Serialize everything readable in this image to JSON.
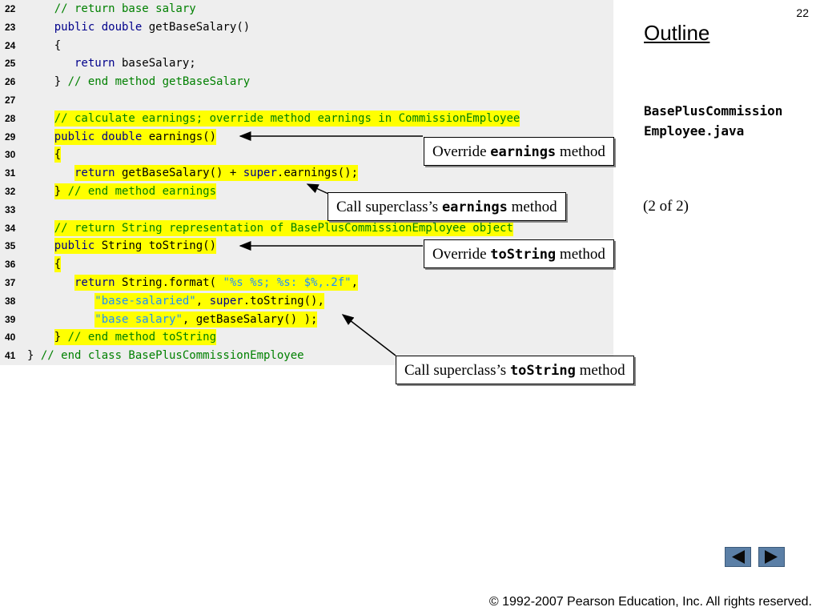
{
  "slide": {
    "number": "22",
    "outline_title": "Outline",
    "filename_line1": "BasePlusCommission",
    "filename_line2": "Employee.java",
    "page_info": "(2 of  2)",
    "copyright": "© 1992-2007 Pearson Education, Inc.  All rights reserved."
  },
  "code": [
    {
      "n": "22",
      "hl": false,
      "indent": "    ",
      "tokens": [
        [
          "cm",
          "// return base salary"
        ]
      ]
    },
    {
      "n": "23",
      "hl": false,
      "indent": "    ",
      "tokens": [
        [
          "kw",
          "public"
        ],
        [
          "tx",
          " "
        ],
        [
          "kw",
          "double"
        ],
        [
          "tx",
          " getBaseSalary()"
        ]
      ]
    },
    {
      "n": "24",
      "hl": false,
      "indent": "    ",
      "tokens": [
        [
          "tx",
          "{"
        ]
      ]
    },
    {
      "n": "25",
      "hl": false,
      "indent": "       ",
      "tokens": [
        [
          "kw",
          "return"
        ],
        [
          "tx",
          " baseSalary;"
        ]
      ]
    },
    {
      "n": "26",
      "hl": false,
      "indent": "    ",
      "tokens": [
        [
          "tx",
          "} "
        ],
        [
          "cm",
          "// end method getBaseSalary"
        ]
      ]
    },
    {
      "n": "27",
      "hl": false,
      "indent": "",
      "tokens": []
    },
    {
      "n": "28",
      "hl": true,
      "indent": "    ",
      "tokens": [
        [
          "cm",
          "// calculate earnings; override method earnings in CommissionEmployee"
        ]
      ]
    },
    {
      "n": "29",
      "hl": true,
      "indent": "    ",
      "tokens": [
        [
          "kw",
          "public"
        ],
        [
          "tx",
          " "
        ],
        [
          "kw",
          "double"
        ],
        [
          "tx",
          " earnings()"
        ]
      ]
    },
    {
      "n": "30",
      "hl": true,
      "indent": "    ",
      "tokens": [
        [
          "tx",
          "{"
        ]
      ]
    },
    {
      "n": "31",
      "hl": true,
      "indent": "       ",
      "tokens": [
        [
          "kw",
          "return"
        ],
        [
          "tx",
          " getBaseSalary() + "
        ],
        [
          "kw",
          "super"
        ],
        [
          "tx",
          ".earnings();"
        ]
      ]
    },
    {
      "n": "32",
      "hl": true,
      "indent": "    ",
      "tokens": [
        [
          "tx",
          "} "
        ],
        [
          "cm",
          "// end method earnings"
        ]
      ]
    },
    {
      "n": "33",
      "hl": false,
      "indent": "",
      "tokens": []
    },
    {
      "n": "34",
      "hl": true,
      "indent": "    ",
      "tokens": [
        [
          "cm",
          "// return String representation of BasePlusCommissionEmployee object"
        ]
      ]
    },
    {
      "n": "35",
      "hl": true,
      "indent": "    ",
      "tokens": [
        [
          "kw",
          "public"
        ],
        [
          "tx",
          " String toString()"
        ]
      ]
    },
    {
      "n": "36",
      "hl": true,
      "indent": "    ",
      "tokens": [
        [
          "tx",
          "{"
        ]
      ]
    },
    {
      "n": "37",
      "hl": true,
      "indent": "       ",
      "tokens": [
        [
          "kw",
          "return"
        ],
        [
          "tx",
          " String.format( "
        ],
        [
          "st",
          "\"%s %s; %s: $%,.2f\""
        ],
        [
          "tx",
          ","
        ]
      ]
    },
    {
      "n": "38",
      "hl": true,
      "indent": "          ",
      "tokens": [
        [
          "st",
          "\"base-salaried\""
        ],
        [
          "tx",
          ", "
        ],
        [
          "kw",
          "super"
        ],
        [
          "tx",
          ".toString(),"
        ]
      ]
    },
    {
      "n": "39",
      "hl": true,
      "indent": "          ",
      "tokens": [
        [
          "st",
          "\"base salary\""
        ],
        [
          "tx",
          ", getBaseSalary() );"
        ]
      ]
    },
    {
      "n": "40",
      "hl": true,
      "indent": "    ",
      "tokens": [
        [
          "tx",
          "} "
        ],
        [
          "cm",
          "// end method toString"
        ]
      ]
    },
    {
      "n": "41",
      "hl": false,
      "indent": "",
      "tokens": [
        [
          "tx",
          "} "
        ],
        [
          "cm",
          "// end class BasePlusCommissionEmployee"
        ]
      ]
    }
  ],
  "callouts": {
    "c1": {
      "before": "Override ",
      "mono": "earnings",
      "after": " method"
    },
    "c2": {
      "before": "Call superclass’s ",
      "mono": "earnings",
      "after": " method"
    },
    "c3": {
      "before": "Override ",
      "mono": "toString",
      "after": " method"
    },
    "c4": {
      "before": "Call superclass’s ",
      "mono": "toString",
      "after": " method"
    }
  },
  "nav": {
    "prev_icon": "triangle-left-icon",
    "next_icon": "triangle-right-icon",
    "button_color": "#5b7fa6"
  }
}
